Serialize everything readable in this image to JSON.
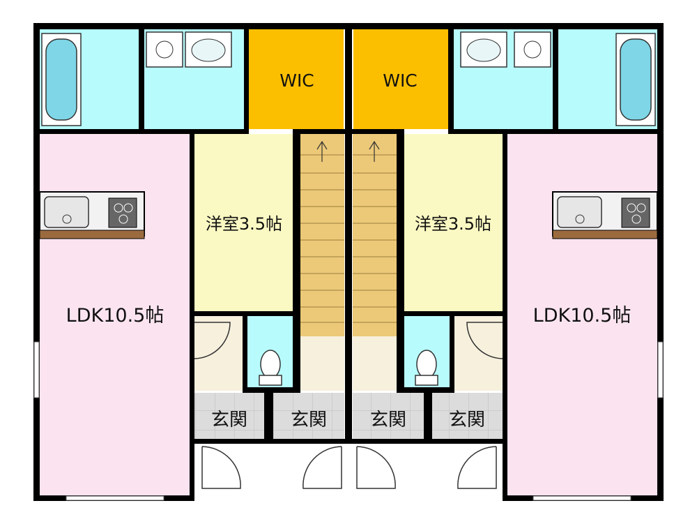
{
  "colors": {
    "ldk": "#fbe4f0",
    "wet": "#b8fbfd",
    "wic": "#fbbf00",
    "western": "#fbf9c3",
    "stairs": "#ecc978",
    "hall": "#f6f0dd",
    "genkan": "#dcdcdc",
    "wall": "#000000"
  },
  "rooms": {
    "wic_left": "WIC",
    "wic_right": "WIC",
    "western_left": "洋室3.5帖",
    "western_right": "洋室3.5帖",
    "ldk_left": "LDK10.5帖",
    "ldk_right": "LDK10.5帖",
    "genkan_1": "玄関",
    "genkan_2": "玄関",
    "genkan_3": "玄関",
    "genkan_4": "玄関"
  },
  "fixtures": [
    "bathtub-icon",
    "sink-icon",
    "washing-machine-icon",
    "kitchen-sink-icon",
    "stove-icon",
    "toilet-icon",
    "stairs-arrow-icon",
    "door-swing-icon"
  ]
}
